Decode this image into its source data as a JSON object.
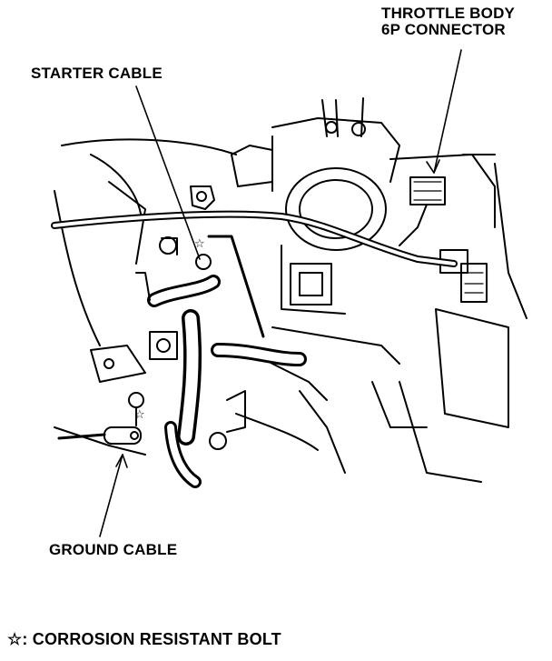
{
  "labels": {
    "throttle_body_line1": "THROTTLE BODY",
    "throttle_body_line2": "6P CONNECTOR",
    "starter_cable": "STARTER CABLE",
    "ground_cable": "GROUND CABLE",
    "note_symbol": "☆",
    "note_text": ": CORROSION RESISTANT BOLT"
  }
}
